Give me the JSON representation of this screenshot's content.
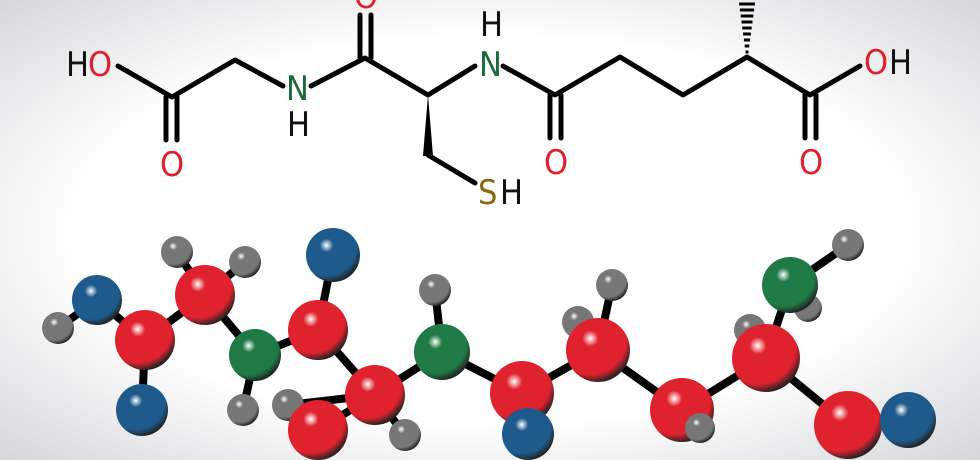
{
  "colors": {
    "bond": "#000000",
    "oxygen_label": "#e0202a",
    "nitrogen_label": "#1a6b3a",
    "sulfur_label": "#8a6a10",
    "hydrogen_label": "#111111",
    "ball_carbon": "#e0222e",
    "ball_oxygen": "#1e5a8c",
    "ball_nitrogen": "#1f7a45",
    "ball_hydrogen": "#777777",
    "background_edge": "#d8d9dc"
  },
  "structure": {
    "labels": {
      "ho_left_h": "H",
      "ho_left_o": "O",
      "o_carbonyl_1": "O",
      "n_1": "N",
      "h_n_1": "H",
      "o_carbonyl_2": "O",
      "n_2": "N",
      "h_n_2": "H",
      "sh_s": "S",
      "sh_h": "H",
      "o_carbonyl_3": "O",
      "oh_right_o": "O",
      "oh_right_h": "H",
      "o_carbonyl_4": "O"
    }
  }
}
